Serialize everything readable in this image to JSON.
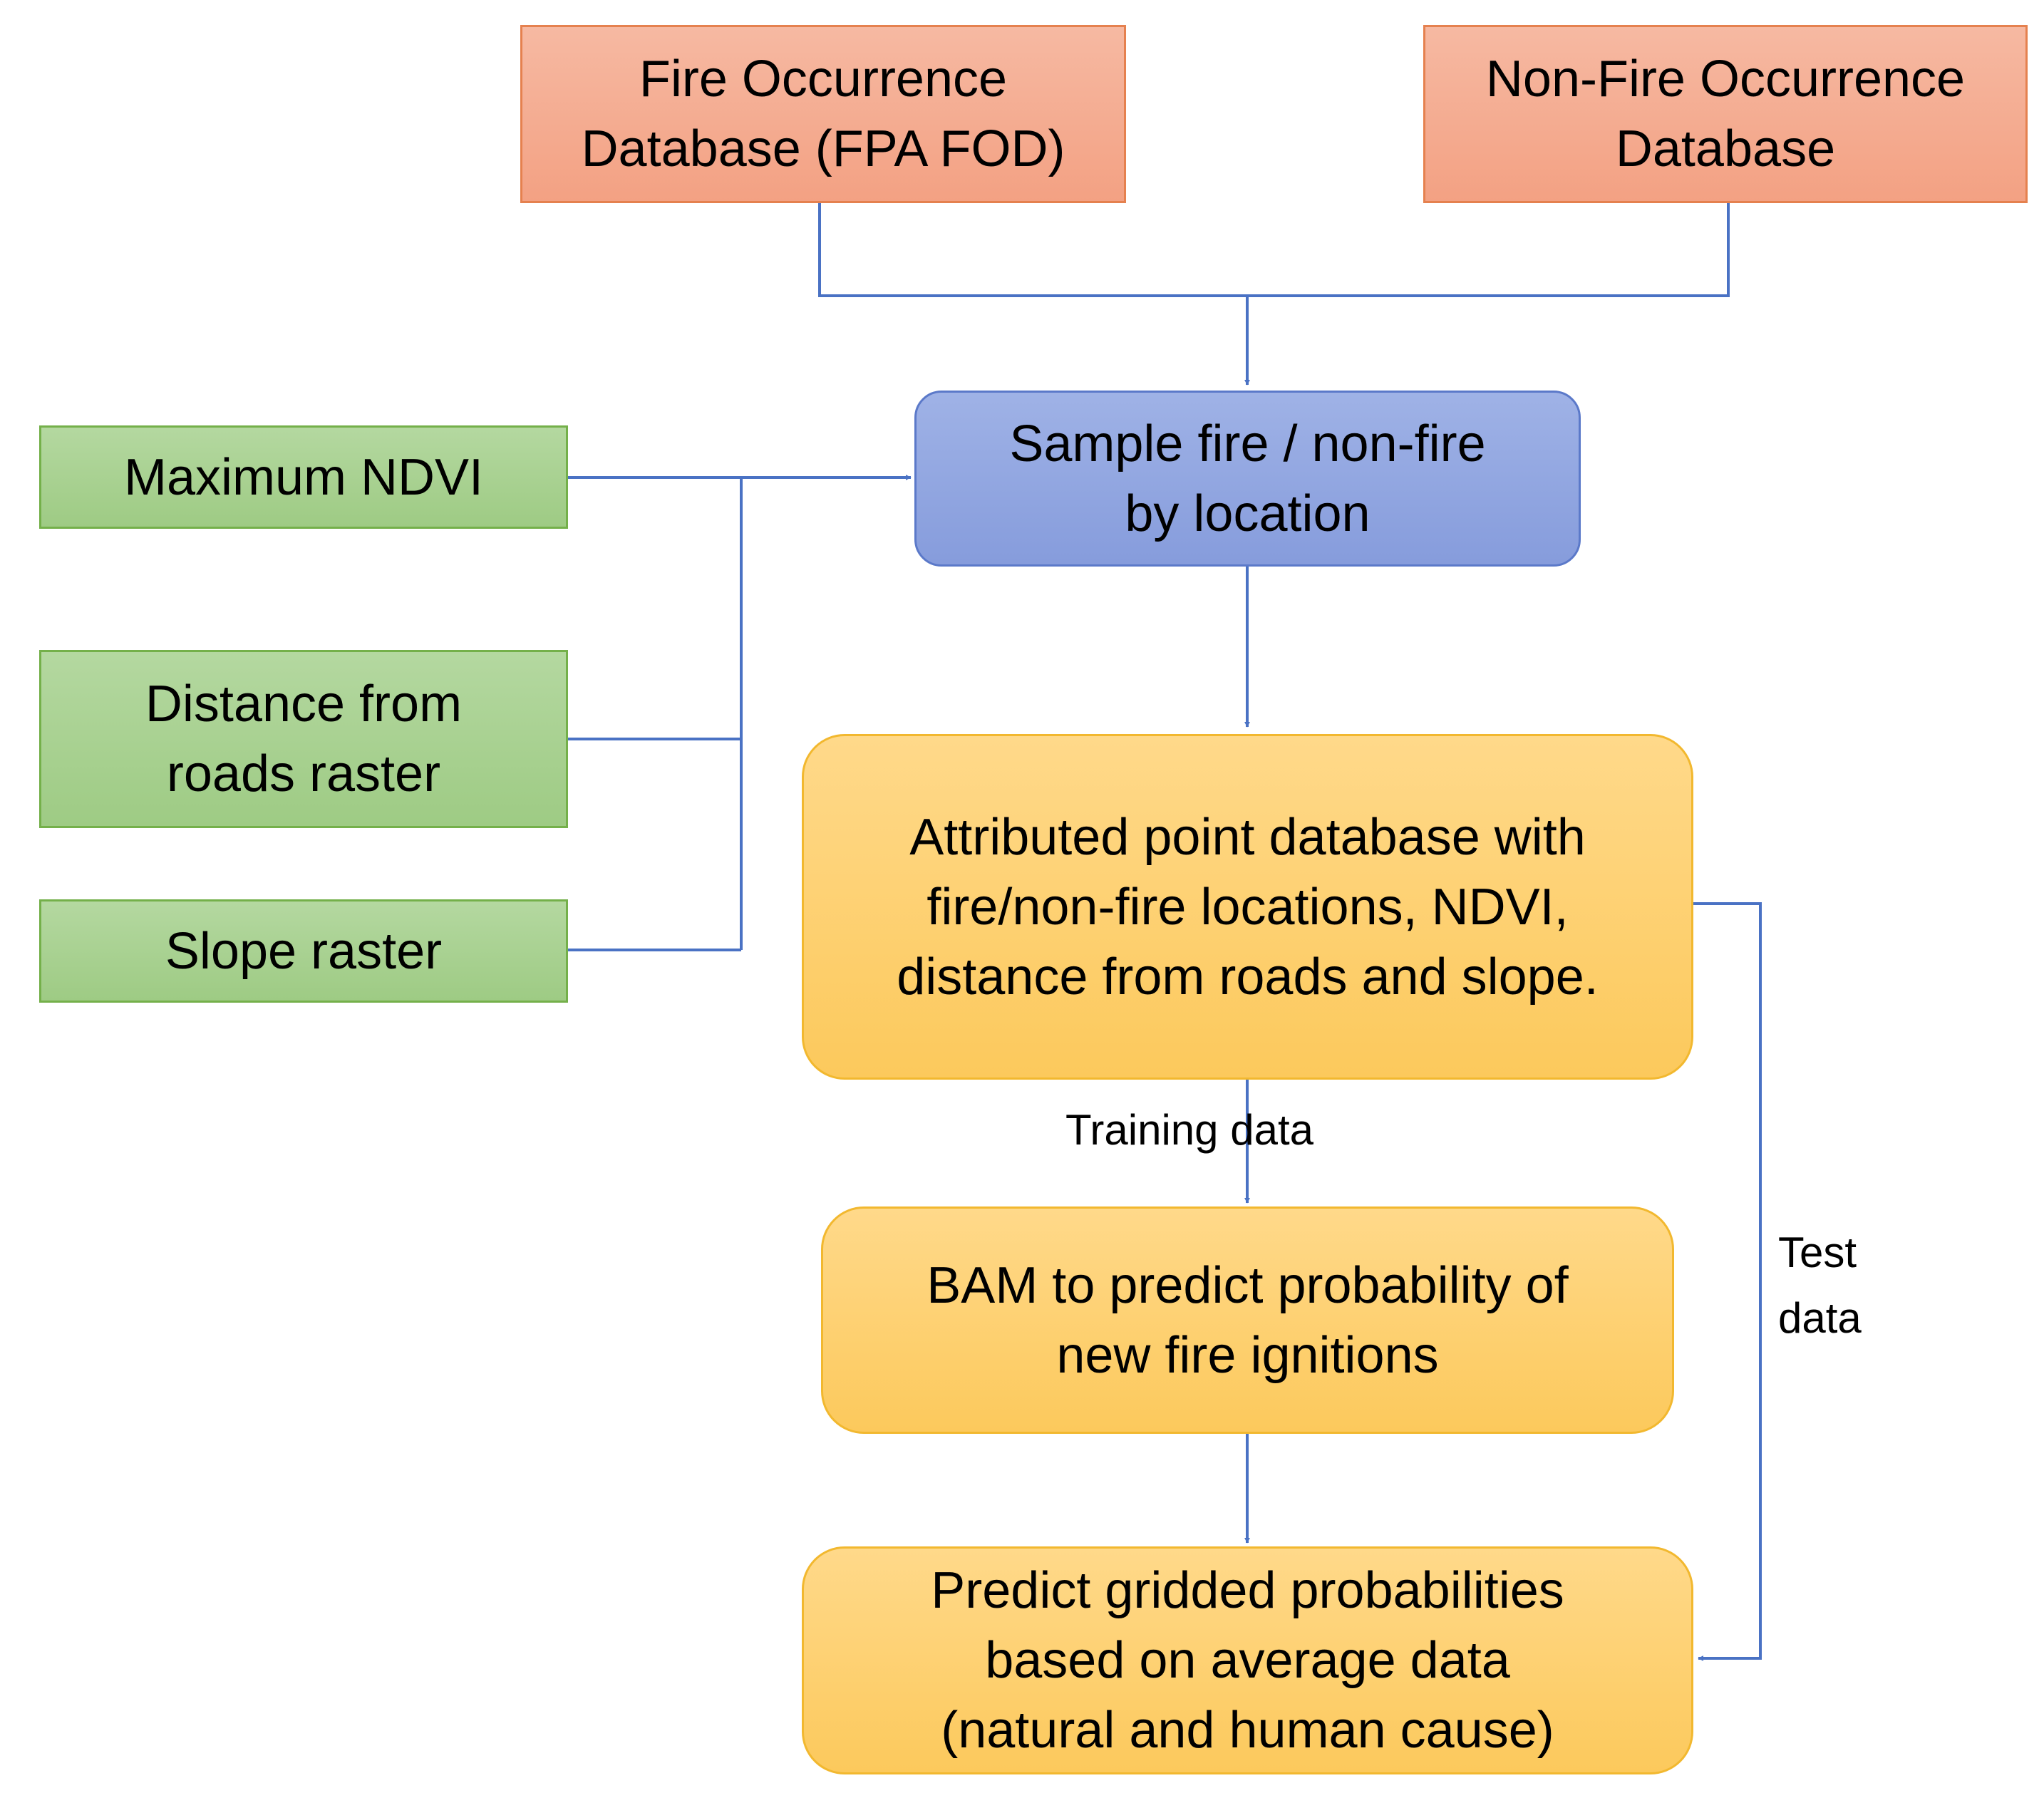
{
  "nodes": {
    "fire_db": "Fire Occurrence\nDatabase  (FPA FOD)",
    "nonfire_db": "Non-Fire Occurrence\nDatabase",
    "max_ndvi": "Maximum NDVI",
    "roads": "Distance from\nroads raster",
    "slope": "Slope raster",
    "sample": "Sample fire / non-fire\nby location",
    "attributed": "Attributed point database with\nfire/non-fire locations, NDVI,\ndistance from roads and slope.",
    "bam": "BAM to predict probability of\nnew fire ignitions",
    "predict": "Predict gridded probabilities\nbased on average data\n(natural and human cause)"
  },
  "edge_labels": {
    "training": "Training data",
    "test": "Test\ndata"
  },
  "colors": {
    "connector": "#4a72c4",
    "database_fill": "#f3a183",
    "input_fill": "#9ecb84",
    "process_fill": "#869cdc",
    "output_fill": "#fcc95c"
  }
}
